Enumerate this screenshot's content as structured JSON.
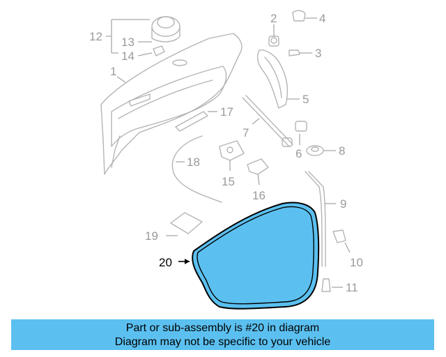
{
  "callouts": {
    "c1": "1",
    "c2": "2",
    "c3": "3",
    "c4": "4",
    "c5": "5",
    "c6": "6",
    "c7": "7",
    "c8": "8",
    "c9": "9",
    "c10": "10",
    "c11": "11",
    "c12": "12",
    "c13": "13",
    "c14": "14",
    "c15": "15",
    "c16": "16",
    "c17": "17",
    "c18": "18",
    "c19": "19",
    "c20": "20"
  },
  "highlight_color": "#5bc0f0",
  "banner": {
    "line1": "Part or sub-assembly is #20 in diagram",
    "line2": "Diagram may not be specific to your vehicle"
  }
}
